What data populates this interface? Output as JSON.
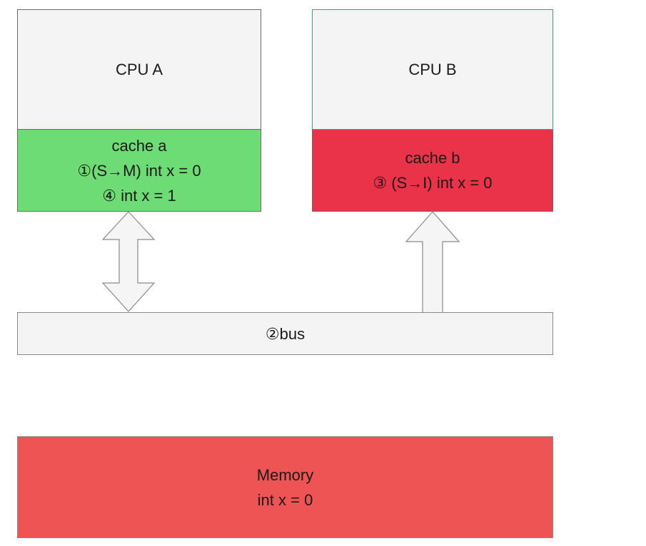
{
  "cpu_a": {
    "label": "CPU A"
  },
  "cpu_b": {
    "label": "CPU B"
  },
  "cache_a": {
    "title": "cache a",
    "line1": "①(S→M) int x = 0",
    "line2": "④ int x = 1",
    "color": "#6edc75"
  },
  "cache_b": {
    "title": "cache b",
    "line1": "③ (S→I) int x = 0",
    "color": "#ea3349"
  },
  "bus": {
    "label": "②bus"
  },
  "memory": {
    "title": "Memory",
    "line1": "int x = 0",
    "color": "#ef5454"
  }
}
